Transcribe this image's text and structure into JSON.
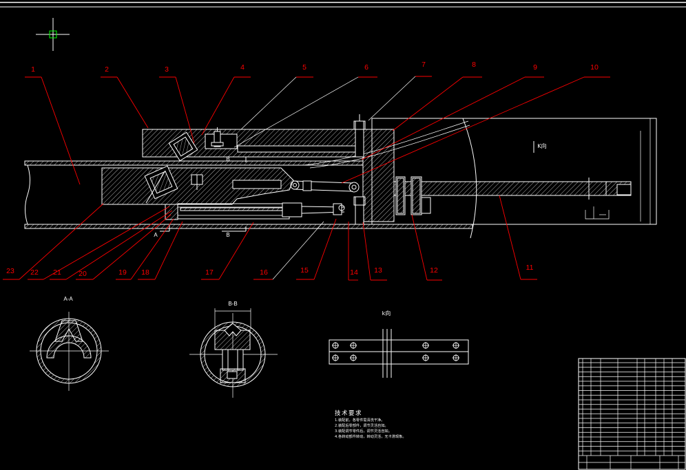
{
  "colors": {
    "background": "#000000",
    "geometry": "#ffffff",
    "leader": "#ff0000",
    "cursor": "#00ff00"
  },
  "part_numbers": [
    "1",
    "2",
    "3",
    "4",
    "5",
    "6",
    "7",
    "8",
    "9",
    "10",
    "11",
    "12",
    "13",
    "14",
    "15",
    "16",
    "17",
    "18",
    "19",
    "20",
    "21",
    "22",
    "23"
  ],
  "section_marks": {
    "b_top": "B",
    "b_bottom": "B",
    "a": "A",
    "k_direction": "K向"
  },
  "views": {
    "section_aa": "A-A",
    "section_bb": "B-B",
    "view_k": "k向"
  },
  "technical_requirements": {
    "heading": "技术要求",
    "items": [
      "1.装配前，各零件需清洗干净。",
      "2.装配后零部件，调节灵活自如。",
      "3.装配调节零件后，调节灵活自如。",
      "4.各转动部件转动，转动灵活，无卡滞现象。"
    ]
  }
}
